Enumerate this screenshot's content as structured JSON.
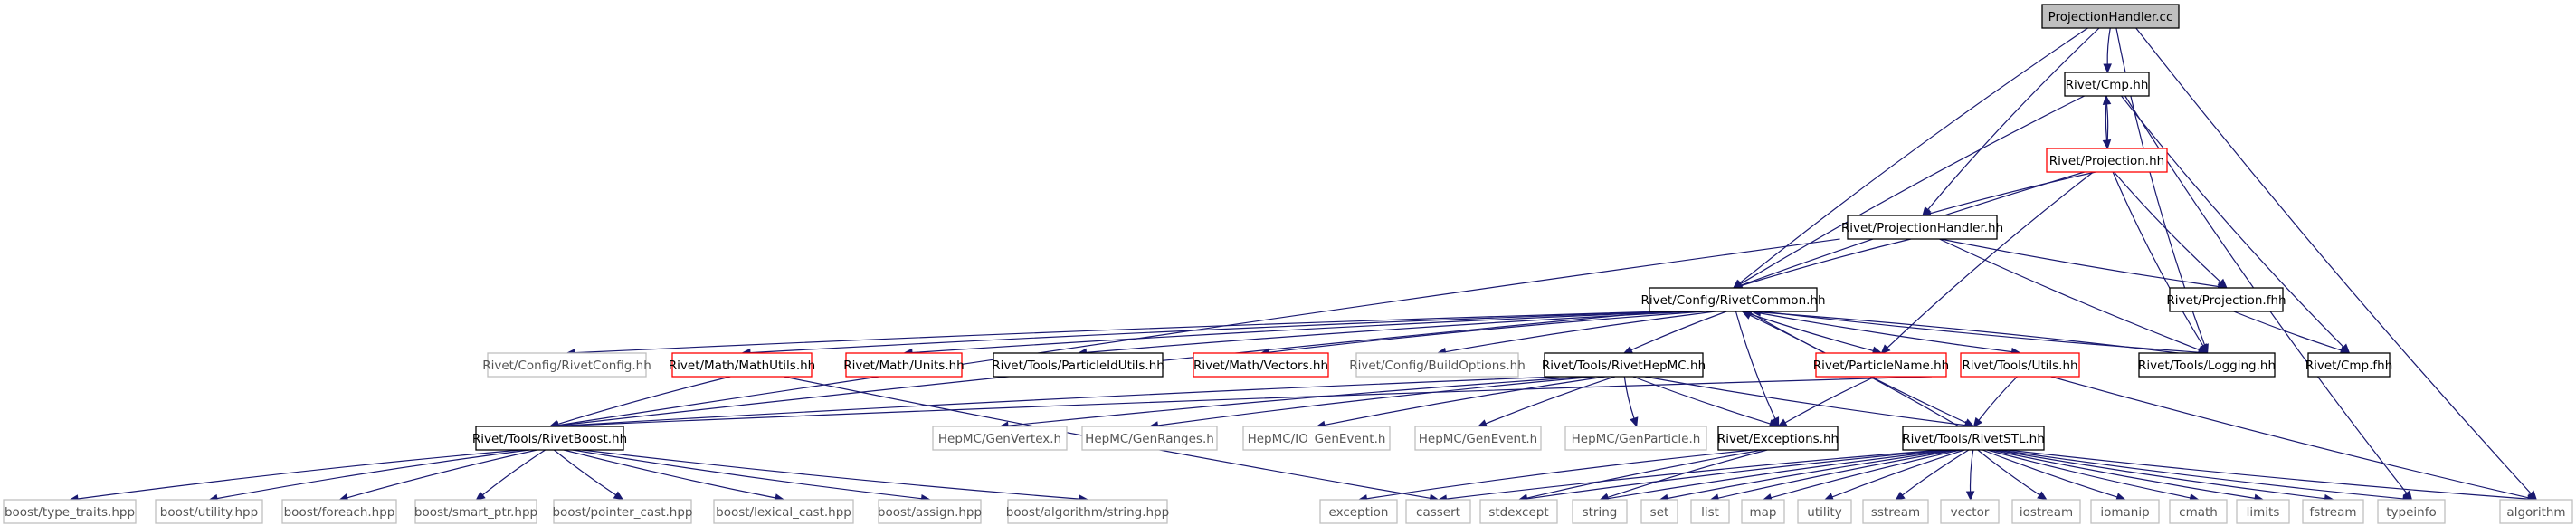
{
  "colors": {
    "edge": "#191970",
    "root_fill": "#bfbfbf",
    "normal_stroke": "#000000",
    "truncated_stroke": "#ff0000",
    "external_stroke": "#bfbfbf",
    "node_fill": "#ffffff",
    "external_text": "#555555"
  },
  "nodes": [
    {
      "id": "root",
      "label": "ProjectionHandler.cc",
      "kind": "root"
    },
    {
      "id": "cmphh",
      "label": "Rivet/Cmp.hh",
      "kind": "normal"
    },
    {
      "id": "proj",
      "label": "Rivet/Projection.hh",
      "kind": "truncated"
    },
    {
      "id": "projhandler",
      "label": "Rivet/ProjectionHandler.hh",
      "kind": "normal"
    },
    {
      "id": "common",
      "label": "Rivet/Config/RivetCommon.hh",
      "kind": "normal"
    },
    {
      "id": "projfhh",
      "label": "Rivet/Projection.fhh",
      "kind": "normal"
    },
    {
      "id": "rivetconfig",
      "label": "Rivet/Config/RivetConfig.hh",
      "kind": "external"
    },
    {
      "id": "mathutils",
      "label": "Rivet/Math/MathUtils.hh",
      "kind": "truncated"
    },
    {
      "id": "units",
      "label": "Rivet/Math/Units.hh",
      "kind": "truncated"
    },
    {
      "id": "pidutils",
      "label": "Rivet/Tools/ParticleIdUtils.hh",
      "kind": "normal"
    },
    {
      "id": "vectors",
      "label": "Rivet/Math/Vectors.hh",
      "kind": "truncated"
    },
    {
      "id": "buildopts",
      "label": "Rivet/Config/BuildOptions.hh",
      "kind": "external"
    },
    {
      "id": "hepmc",
      "label": "Rivet/Tools/RivetHepMC.hh",
      "kind": "normal"
    },
    {
      "id": "pname",
      "label": "Rivet/ParticleName.hh",
      "kind": "truncated"
    },
    {
      "id": "utils",
      "label": "Rivet/Tools/Utils.hh",
      "kind": "truncated"
    },
    {
      "id": "logging",
      "label": "Rivet/Tools/Logging.hh",
      "kind": "normal"
    },
    {
      "id": "cmpfhh",
      "label": "Rivet/Cmp.fhh",
      "kind": "normal"
    },
    {
      "id": "boost",
      "label": "Rivet/Tools/RivetBoost.hh",
      "kind": "normal"
    },
    {
      "id": "genvertex",
      "label": "HepMC/GenVertex.h",
      "kind": "external"
    },
    {
      "id": "genranges",
      "label": "HepMC/GenRanges.h",
      "kind": "external"
    },
    {
      "id": "ioge",
      "label": "HepMC/IO_GenEvent.h",
      "kind": "external"
    },
    {
      "id": "genevent",
      "label": "HepMC/GenEvent.h",
      "kind": "external"
    },
    {
      "id": "genparticle",
      "label": "HepMC/GenParticle.h",
      "kind": "external"
    },
    {
      "id": "exceptions",
      "label": "Rivet/Exceptions.hh",
      "kind": "normal"
    },
    {
      "id": "stl",
      "label": "Rivet/Tools/RivetSTL.hh",
      "kind": "normal"
    },
    {
      "id": "b_typetraits",
      "label": "boost/type_traits.hpp",
      "kind": "external"
    },
    {
      "id": "b_utility",
      "label": "boost/utility.hpp",
      "kind": "external"
    },
    {
      "id": "b_foreach",
      "label": "boost/foreach.hpp",
      "kind": "external"
    },
    {
      "id": "b_smartptr",
      "label": "boost/smart_ptr.hpp",
      "kind": "external"
    },
    {
      "id": "b_ptrcast",
      "label": "boost/pointer_cast.hpp",
      "kind": "external"
    },
    {
      "id": "b_lexcast",
      "label": "boost/lexical_cast.hpp",
      "kind": "external"
    },
    {
      "id": "b_assign",
      "label": "boost/assign.hpp",
      "kind": "external"
    },
    {
      "id": "b_algostring",
      "label": "boost/algorithm/string.hpp",
      "kind": "external"
    },
    {
      "id": "exception",
      "label": "exception",
      "kind": "external"
    },
    {
      "id": "cassert",
      "label": "cassert",
      "kind": "external"
    },
    {
      "id": "stdexcept",
      "label": "stdexcept",
      "kind": "external"
    },
    {
      "id": "string",
      "label": "string",
      "kind": "external"
    },
    {
      "id": "set",
      "label": "set",
      "kind": "external"
    },
    {
      "id": "list",
      "label": "list",
      "kind": "external"
    },
    {
      "id": "map",
      "label": "map",
      "kind": "external"
    },
    {
      "id": "utility",
      "label": "utility",
      "kind": "external"
    },
    {
      "id": "sstream",
      "label": "sstream",
      "kind": "external"
    },
    {
      "id": "vector",
      "label": "vector",
      "kind": "external"
    },
    {
      "id": "iostream",
      "label": "iostream",
      "kind": "external"
    },
    {
      "id": "iomanip",
      "label": "iomanip",
      "kind": "external"
    },
    {
      "id": "cmath",
      "label": "cmath",
      "kind": "external"
    },
    {
      "id": "limits",
      "label": "limits",
      "kind": "external"
    },
    {
      "id": "fstream",
      "label": "fstream",
      "kind": "external"
    },
    {
      "id": "typeinfo",
      "label": "typeinfo",
      "kind": "external"
    },
    {
      "id": "algorithm",
      "label": "algorithm",
      "kind": "external"
    }
  ],
  "edges": [
    [
      "root",
      "cmphh"
    ],
    [
      "root",
      "projhandler"
    ],
    [
      "root",
      "common"
    ],
    [
      "root",
      "logging"
    ],
    [
      "root",
      "algorithm"
    ],
    [
      "cmphh",
      "proj"
    ],
    [
      "cmphh",
      "common"
    ],
    [
      "cmphh",
      "cmpfhh"
    ],
    [
      "cmphh",
      "typeinfo"
    ],
    [
      "proj",
      "cmphh"
    ],
    [
      "proj",
      "projhandler"
    ],
    [
      "proj",
      "common"
    ],
    [
      "proj",
      "projfhh"
    ],
    [
      "proj",
      "logging"
    ],
    [
      "proj",
      "pname"
    ],
    [
      "projhandler",
      "common"
    ],
    [
      "projhandler",
      "projfhh"
    ],
    [
      "projhandler",
      "logging"
    ],
    [
      "projhandler",
      "boost"
    ],
    [
      "projfhh",
      "cmpfhh"
    ],
    [
      "common",
      "rivetconfig"
    ],
    [
      "common",
      "mathutils"
    ],
    [
      "common",
      "units"
    ],
    [
      "common",
      "pidutils"
    ],
    [
      "common",
      "vectors"
    ],
    [
      "common",
      "buildopts"
    ],
    [
      "common",
      "hepmc"
    ],
    [
      "common",
      "pname"
    ],
    [
      "common",
      "utils"
    ],
    [
      "common",
      "logging"
    ],
    [
      "common",
      "boost"
    ],
    [
      "common",
      "exceptions"
    ],
    [
      "common",
      "stl"
    ],
    [
      "logging",
      "common"
    ],
    [
      "stl",
      "common"
    ],
    [
      "mathutils",
      "boost"
    ],
    [
      "mathutils",
      "cassert"
    ],
    [
      "hepmc",
      "genvertex"
    ],
    [
      "hepmc",
      "genranges"
    ],
    [
      "hepmc",
      "ioge"
    ],
    [
      "hepmc",
      "genevent"
    ],
    [
      "hepmc",
      "genparticle"
    ],
    [
      "hepmc",
      "boost"
    ],
    [
      "hepmc",
      "exceptions"
    ],
    [
      "hepmc",
      "stl"
    ],
    [
      "pname",
      "exceptions"
    ],
    [
      "utils",
      "boost"
    ],
    [
      "utils",
      "stl"
    ],
    [
      "utils",
      "algorithm"
    ],
    [
      "boost",
      "b_typetraits"
    ],
    [
      "boost",
      "b_utility"
    ],
    [
      "boost",
      "b_foreach"
    ],
    [
      "boost",
      "b_smartptr"
    ],
    [
      "boost",
      "b_ptrcast"
    ],
    [
      "boost",
      "b_lexcast"
    ],
    [
      "boost",
      "b_assign"
    ],
    [
      "boost",
      "b_algostring"
    ],
    [
      "exceptions",
      "exception"
    ],
    [
      "exceptions",
      "stdexcept"
    ],
    [
      "exceptions",
      "string"
    ],
    [
      "stl",
      "cassert"
    ],
    [
      "stl",
      "stdexcept"
    ],
    [
      "stl",
      "string"
    ],
    [
      "stl",
      "set"
    ],
    [
      "stl",
      "list"
    ],
    [
      "stl",
      "map"
    ],
    [
      "stl",
      "utility"
    ],
    [
      "stl",
      "sstream"
    ],
    [
      "stl",
      "vector"
    ],
    [
      "stl",
      "iostream"
    ],
    [
      "stl",
      "iomanip"
    ],
    [
      "stl",
      "cmath"
    ],
    [
      "stl",
      "limits"
    ],
    [
      "stl",
      "fstream"
    ],
    [
      "stl",
      "typeinfo"
    ],
    [
      "stl",
      "algorithm"
    ]
  ]
}
